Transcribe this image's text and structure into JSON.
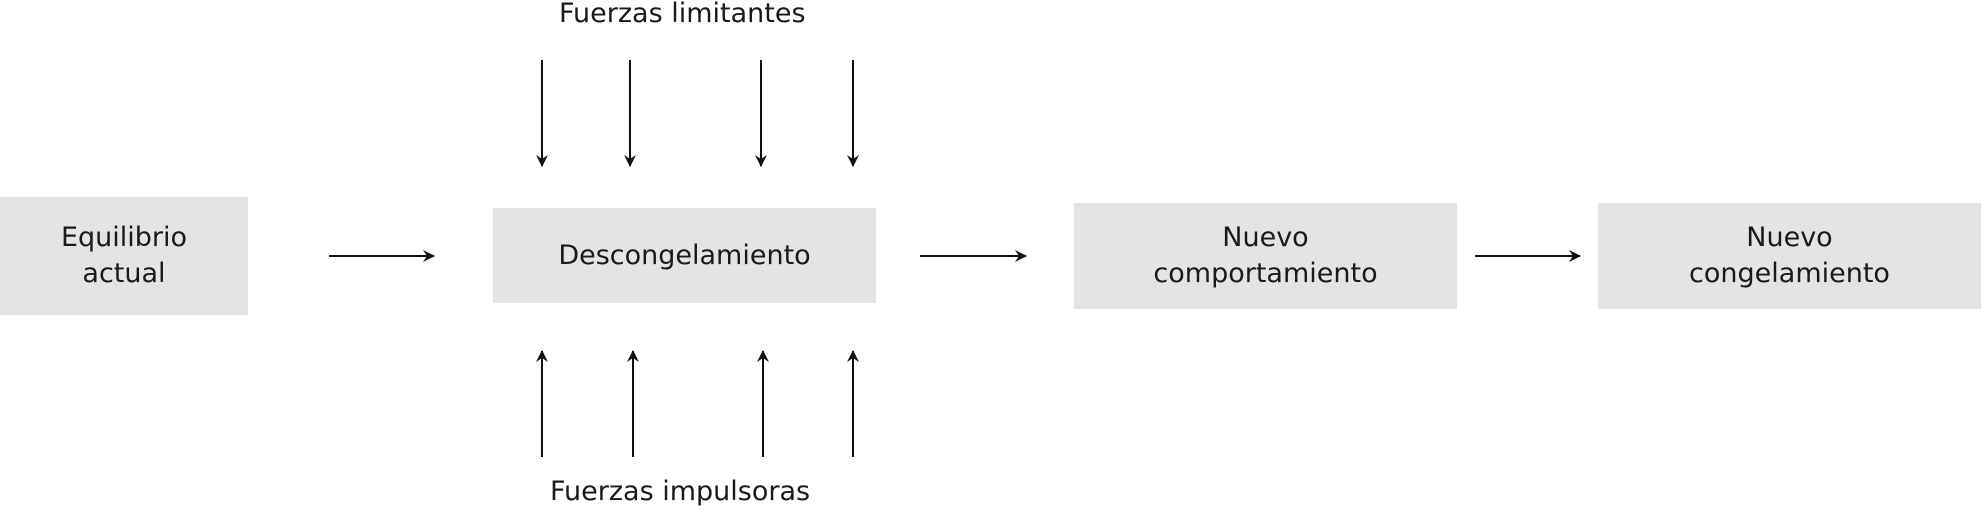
{
  "labels": {
    "top": "Fuerzas limitantes",
    "bottom": "Fuerzas impulsoras"
  },
  "boxes": {
    "equilibrio": [
      "Equilibrio",
      "actual"
    ],
    "descongelamiento": [
      "Descongelamiento"
    ],
    "nuevo_comportamiento": [
      "Nuevo",
      "comportamiento"
    ],
    "nuevo_congelamiento": [
      "Nuevo",
      "congelamiento"
    ]
  },
  "colors": {
    "box_fill": "#e4e4e4",
    "arrow": "#111111"
  }
}
